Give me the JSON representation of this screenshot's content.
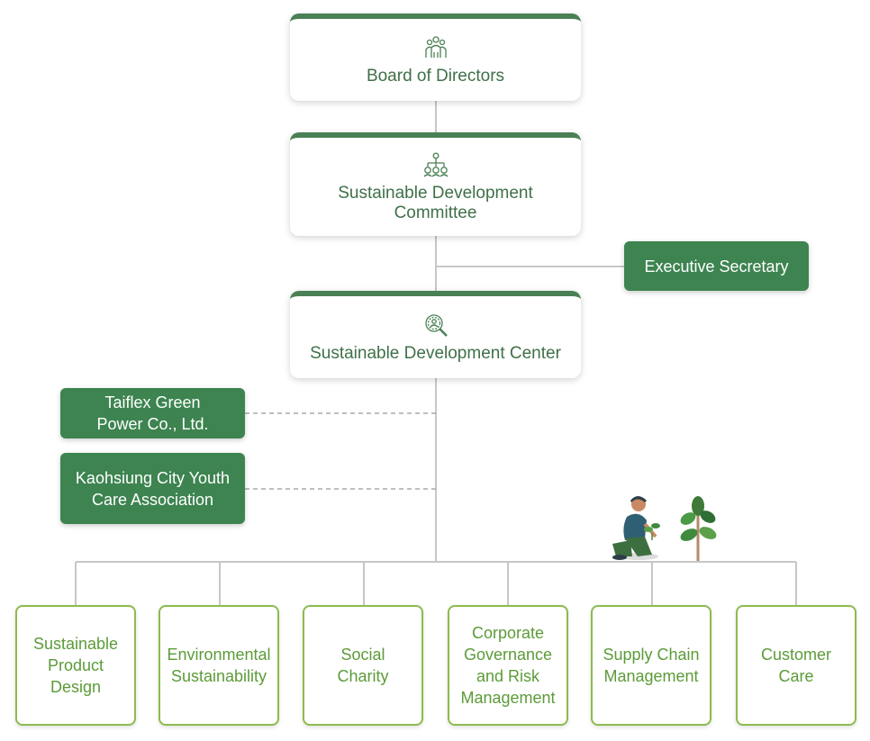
{
  "board": {
    "title": "Board of Directors",
    "icon": "people-group-icon"
  },
  "committee": {
    "title_line1": "Sustainable Development",
    "title_line2": "Committee",
    "icon": "hierarchy-icon"
  },
  "executive_secretary": {
    "label": "Executive Secretary"
  },
  "center": {
    "title": "Sustainable Development Center",
    "icon": "search-person-icon"
  },
  "affiliates": [
    {
      "line1": "Taiflex Green",
      "line2": "Power Co., Ltd."
    },
    {
      "line1": "Kaohsiung City Youth",
      "line2": "Care Association"
    }
  ],
  "departments": [
    {
      "lines": [
        "Sustainable",
        "Product",
        "Design"
      ]
    },
    {
      "lines": [
        "Environmental",
        "Sustainability"
      ]
    },
    {
      "lines": [
        "Social",
        "Charity"
      ]
    },
    {
      "lines": [
        "Corporate",
        "Governance",
        "and Risk",
        "Management"
      ]
    },
    {
      "lines": [
        "Supply Chain",
        "Management"
      ]
    },
    {
      "lines": [
        "Customer",
        "Care"
      ]
    }
  ],
  "colors": {
    "dark_green": "#4a8055",
    "box_green": "#3d8450",
    "light_green": "#8dbb4e",
    "text_green": "#3f7048"
  }
}
